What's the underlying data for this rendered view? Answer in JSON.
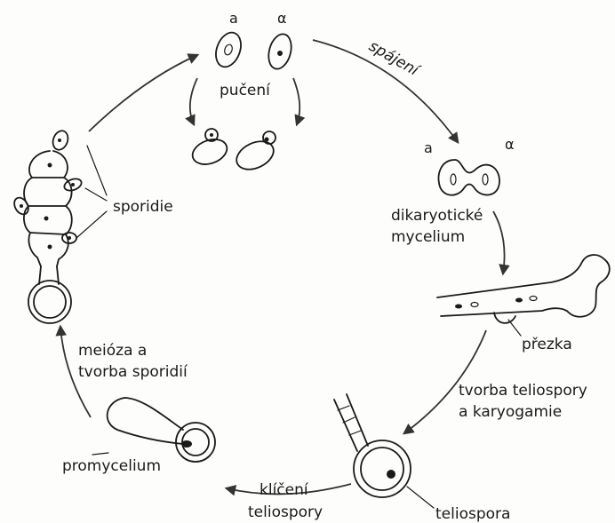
{
  "labels": {
    "mating_a": "a",
    "mating_alpha": "α",
    "budding": "pučení",
    "fusion": "spájení",
    "dikaryon_a": "a",
    "dikaryon_alpha": "α",
    "dikaryotic_mycelium_line1": "dikaryotické",
    "dikaryotic_mycelium_line2": "mycelium",
    "clamp": "přezka",
    "teliospore_formation_line1": "tvorba teliospory",
    "teliospore_formation_line2": "a  karyogamie",
    "teliospore": "teliospora",
    "germination_line1": "klíčení",
    "germination_line2": "teliospory",
    "promycelium": "promycelium",
    "meiosis_line1": "meióza  a",
    "meiosis_line2": "tvorba  sporidií",
    "sporidia": "sporidie"
  },
  "colors": {
    "ink": "#1a1a1a",
    "arrow": "#333333",
    "paper": "#fdfdfb"
  }
}
